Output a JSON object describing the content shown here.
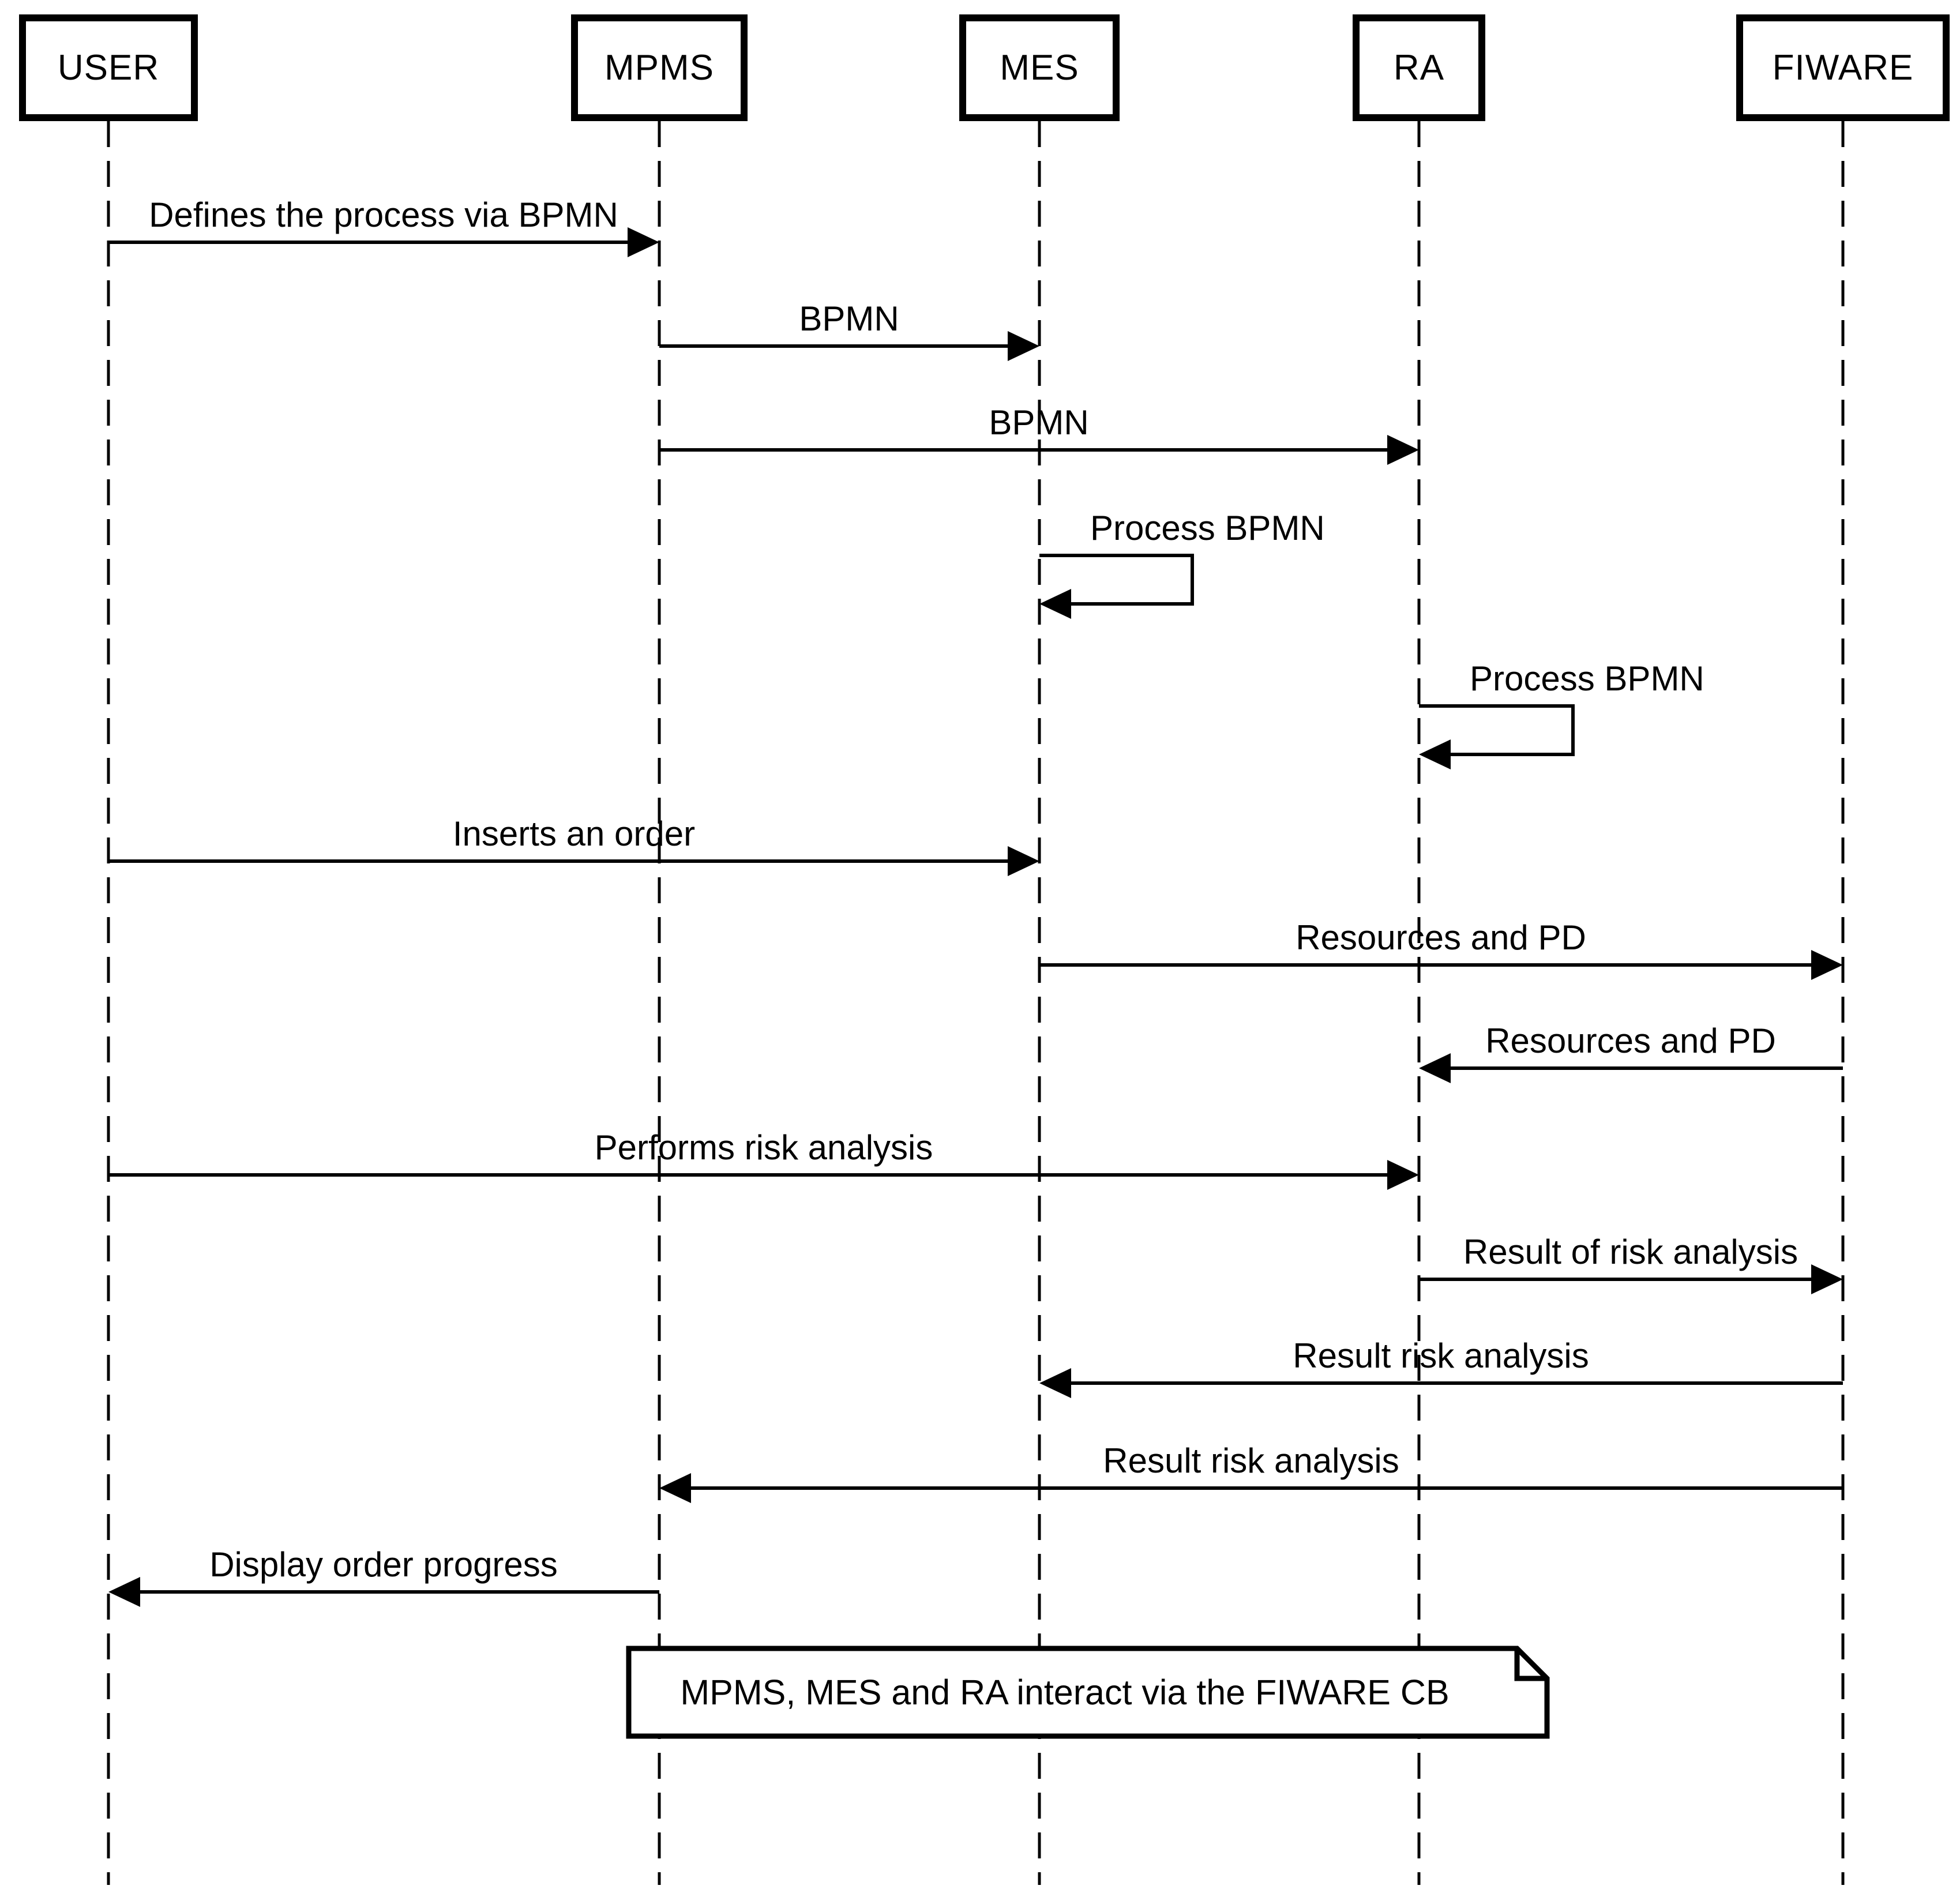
{
  "diagram": {
    "type": "uml-sequence-diagram",
    "colors": {
      "stroke": "#000000",
      "background": "#ffffff"
    },
    "participants": [
      {
        "label": "USER"
      },
      {
        "label": "MPMS"
      },
      {
        "label": "MES"
      },
      {
        "label": "RA"
      },
      {
        "label": "FIWARE"
      }
    ],
    "messages": [
      {
        "label": "Defines the process via BPMN",
        "from": "USER",
        "to": "MPMS",
        "self": false
      },
      {
        "label": "BPMN",
        "from": "MPMS",
        "to": "MES",
        "self": false
      },
      {
        "label": "BPMN",
        "from": "MPMS",
        "to": "RA",
        "self": false
      },
      {
        "label": "Process BPMN",
        "from": "MES",
        "to": "MES",
        "self": true
      },
      {
        "label": "Process BPMN",
        "from": "RA",
        "to": "RA",
        "self": true
      },
      {
        "label": "Inserts an order",
        "from": "USER",
        "to": "MES",
        "self": false
      },
      {
        "label": "Resources and PD",
        "from": "MES",
        "to": "FIWARE",
        "self": false
      },
      {
        "label": "Resources and PD",
        "from": "FIWARE",
        "to": "RA",
        "self": false
      },
      {
        "label": "Performs risk analysis",
        "from": "USER",
        "to": "RA",
        "self": false
      },
      {
        "label": "Result of risk analysis",
        "from": "RA",
        "to": "FIWARE",
        "self": false
      },
      {
        "label": "Result risk analysis",
        "from": "FIWARE",
        "to": "MES",
        "self": false
      },
      {
        "label": "Result risk analysis",
        "from": "FIWARE",
        "to": "MPMS",
        "self": false
      },
      {
        "label": "Display order progress",
        "from": "MPMS",
        "to": "USER",
        "self": false
      }
    ],
    "note": {
      "text": "MPMS, MES and RA interact via the FIWARE CB"
    }
  }
}
